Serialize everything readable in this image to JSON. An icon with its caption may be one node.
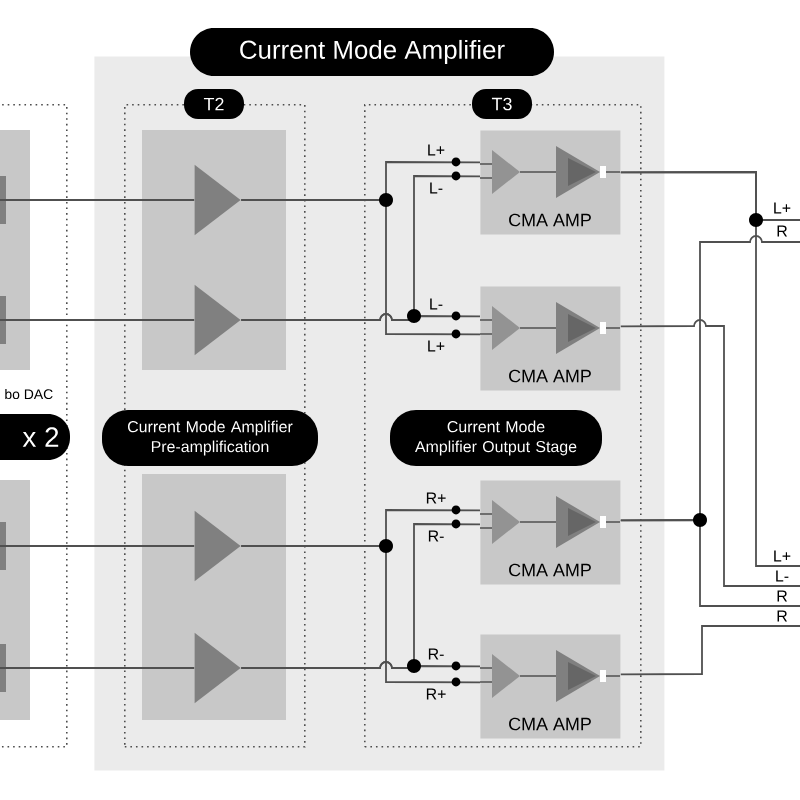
{
  "diagram": {
    "nodes": [
      {
        "text": [
          "Current Mode Amplifier"
        ]
      },
      {
        "text": [
          "bo DAC"
        ]
      },
      {
        "text": [
          "x 2"
        ],
        "in": 1
      },
      {
        "text": [
          "T2"
        ],
        "in": 0
      },
      {
        "text": [
          "Current Mode Amplifier Pre-amplification"
        ],
        "in": 0
      },
      {
        "text": [],
        "shape": "triangle",
        "in": 3
      },
      {
        "text": [],
        "shape": "triangle",
        "in": 3
      },
      {
        "text": [],
        "shape": "triangle",
        "in": 3
      },
      {
        "text": [],
        "shape": "triangle",
        "in": 3
      },
      {
        "text": [
          "T3"
        ],
        "in": 0
      },
      {
        "text": [
          "Current Mode Amplifier Output Stage"
        ],
        "in": 9
      },
      {
        "text": [
          "CMA AMP"
        ],
        "in": 9
      },
      {
        "text": [
          "CMA AMP"
        ],
        "in": 9
      },
      {
        "text": [
          "CMA AMP"
        ],
        "in": 9
      },
      {
        "text": [
          "CMA AMP"
        ],
        "in": 9
      }
    ],
    "edges": [
      {
        "from": 1,
        "to": 5,
        "arrow": "none"
      },
      {
        "from": 1,
        "to": 6,
        "arrow": "none"
      },
      {
        "from": 1,
        "to": 7,
        "arrow": "none"
      },
      {
        "from": 1,
        "to": 8,
        "arrow": "none"
      },
      {
        "from": 5,
        "to": 11,
        "arrow": "none",
        "label": "L+"
      },
      {
        "from": 6,
        "to": 11,
        "arrow": "none",
        "label": "L-"
      },
      {
        "from": 6,
        "to": 12,
        "arrow": "none",
        "label": "L-"
      },
      {
        "from": 5,
        "to": 12,
        "arrow": "none",
        "label": "L+"
      },
      {
        "from": 7,
        "to": 13,
        "arrow": "none",
        "label": "R+"
      },
      {
        "from": 8,
        "to": 13,
        "arrow": "none",
        "label": "R-"
      },
      {
        "from": 8,
        "to": 14,
        "arrow": "none",
        "label": "R-"
      },
      {
        "from": 7,
        "to": 14,
        "arrow": "none",
        "label": "R+"
      },
      {
        "from": 11,
        "to": null,
        "arrow": "none",
        "label": "L+"
      },
      {
        "from": 13,
        "to": null,
        "arrow": "none",
        "label": "R"
      },
      {
        "from": 11,
        "to": null,
        "arrow": "none",
        "label": "L+"
      },
      {
        "from": 12,
        "to": null,
        "arrow": "none",
        "label": "L-"
      },
      {
        "from": 13,
        "to": null,
        "arrow": "none",
        "label": "R"
      },
      {
        "from": 14,
        "to": null,
        "arrow": "none",
        "label": "R"
      }
    ]
  }
}
